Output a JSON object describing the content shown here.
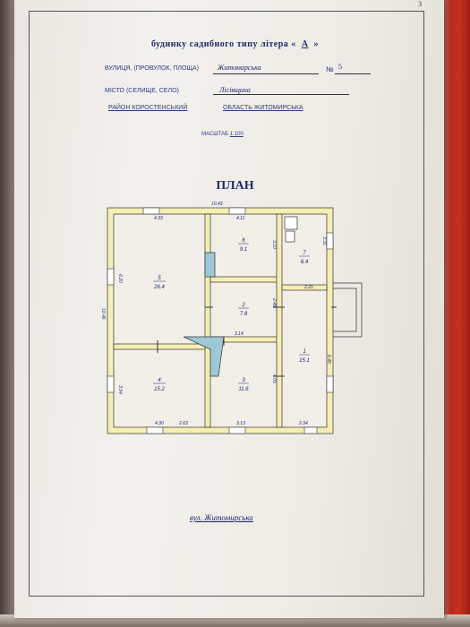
{
  "page_number": "3",
  "title": "ПЛАН",
  "subtitle_prefix": "будинку садибного типу літера «",
  "subtitle_letter": "А",
  "subtitle_suffix": "»",
  "street_label": "ВУЛИЦЯ, (ПРОВУЛОК, ПЛОЩА)",
  "street_value": "Житомирська",
  "number_label": "№",
  "number_value": "5",
  "city_label": "МІСТО (СЕЛИЩЕ, СЕЛО)",
  "city_value": "Лісівщина",
  "district": "РАЙОН КОРОСТЕНСЬКИЙ",
  "region": "ОБЛАСТЬ ЖИТОМИРСЬКА",
  "scale_label": "МАСШТАБ",
  "scale_value": "1:100",
  "bottom_street": "вул. Житомирська",
  "colors": {
    "ink": "#1b2470",
    "wall": "#f4eeb4",
    "door": "#9ec8d6"
  },
  "dims": {
    "top_total": "10.43",
    "top_left": "4.33",
    "top_mid": "4.11",
    "left_height": "10.46",
    "room5_left": "6.20",
    "room4_left": "3.54",
    "bottom_left": "4.30",
    "bottom_mid": "2.63",
    "bottom_right": "3.13",
    "room6_right": "3.10",
    "room7_right": "3.31",
    "room2_right": "2.48",
    "room2_bottom": "3.14",
    "room3_right": "4.05",
    "room7_bottom": "2.25",
    "room1_right": "6.46",
    "room1_bottom": "2.34"
  },
  "rooms": [
    {
      "no": "5",
      "area": "26.4"
    },
    {
      "no": "6",
      "area": "9.1"
    },
    {
      "no": "7",
      "area": "6.4"
    },
    {
      "no": "2",
      "area": "7.8"
    },
    {
      "no": "1",
      "area": "15.1"
    },
    {
      "no": "4",
      "area": "15.2"
    },
    {
      "no": "3",
      "area": "11.6"
    }
  ]
}
